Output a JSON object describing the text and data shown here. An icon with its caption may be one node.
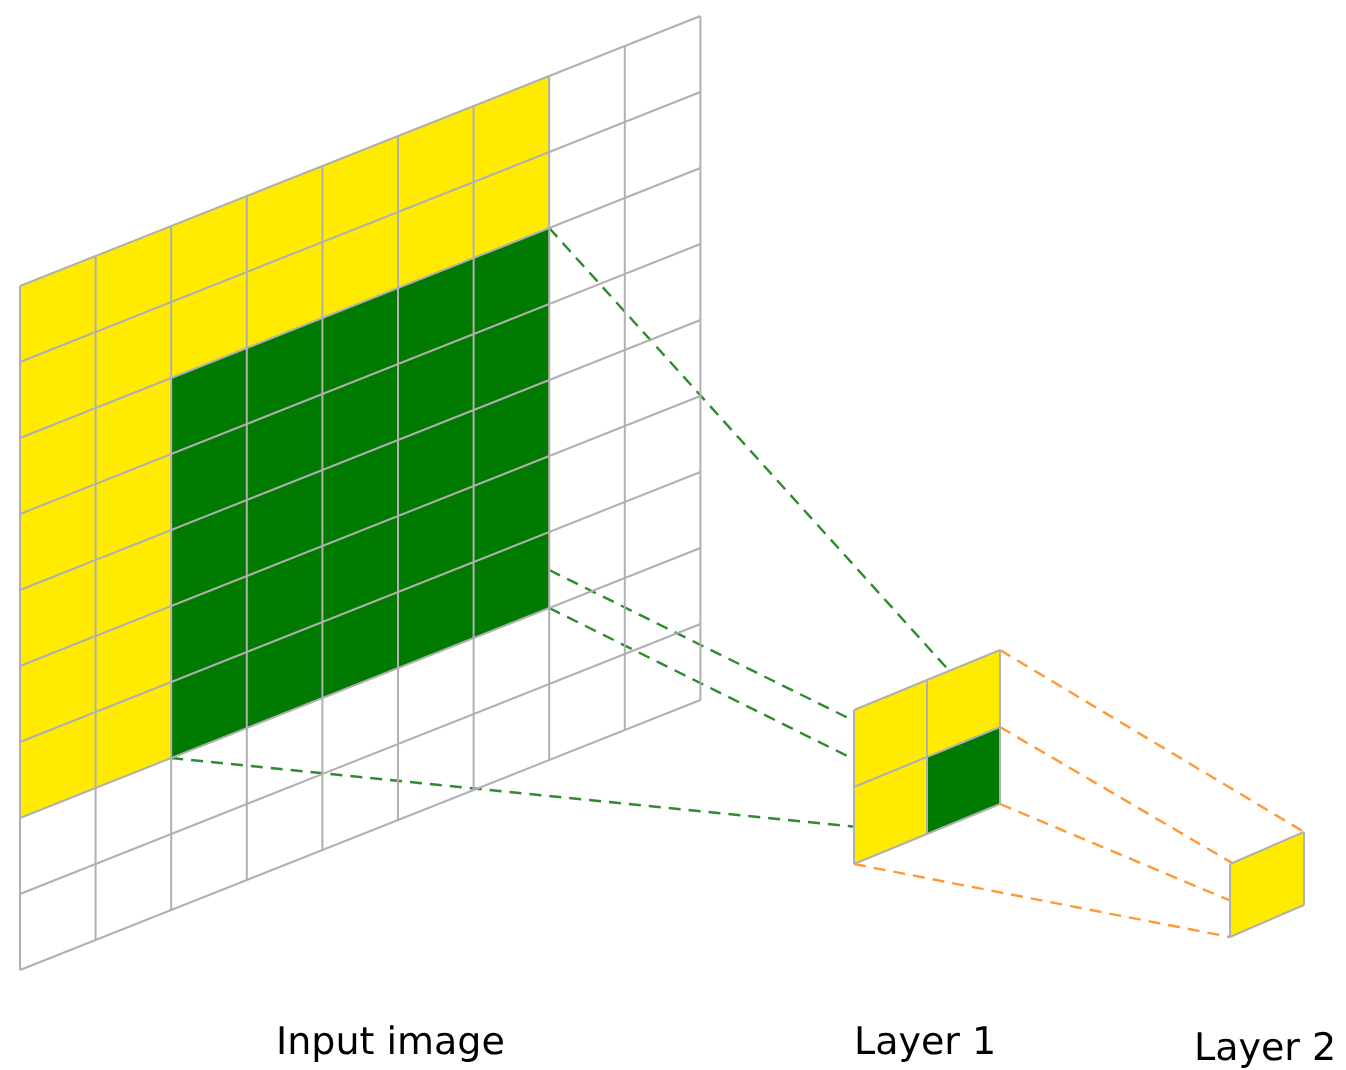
{
  "diagram": {
    "nodes": [
      {
        "text": [
          "Input image"
        ]
      },
      {
        "text": [],
        "shape": "box",
        "in": 0
      },
      {
        "text": [
          "Layer 1"
        ]
      },
      {
        "text": [],
        "shape": "box",
        "in": 2
      },
      {
        "text": [
          "Layer 2"
        ]
      }
    ],
    "edges": [
      {
        "from": 1,
        "to": 3,
        "arrow": "none",
        "style": "dashed",
        "color": "#2e8b2e"
      },
      {
        "from": 1,
        "to": 3,
        "arrow": "none",
        "style": "dashed",
        "color": "#2e8b2e"
      },
      {
        "from": 1,
        "to": 3,
        "arrow": "none",
        "style": "dashed",
        "color": "#2e8b2e"
      },
      {
        "from": 1,
        "to": 3,
        "arrow": "none",
        "style": "dashed",
        "color": "#2e8b2e"
      },
      {
        "from": 2,
        "to": 4,
        "arrow": "none",
        "style": "dashed",
        "color": "#ff9933"
      },
      {
        "from": 2,
        "to": 4,
        "arrow": "none",
        "style": "dashed",
        "color": "#ff9933"
      },
      {
        "from": 2,
        "to": 4,
        "arrow": "none",
        "style": "dashed",
        "color": "#ff9933"
      },
      {
        "from": 2,
        "to": 4,
        "arrow": "none",
        "style": "dashed",
        "color": "#ff9933"
      }
    ]
  }
}
